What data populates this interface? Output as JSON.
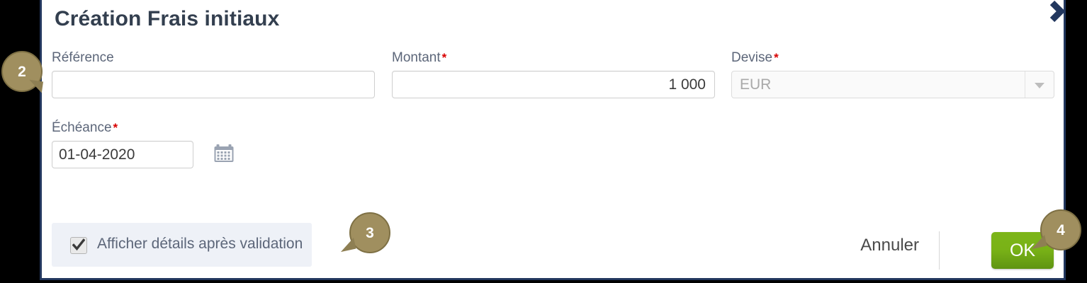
{
  "dialog": {
    "title": "Création Frais initiaux",
    "close_icon": "chevron-right-icon"
  },
  "form": {
    "fields": [
      {
        "id": "reference",
        "label": "Référence",
        "required": false,
        "required_mark": "",
        "value": "",
        "placeholder": ""
      },
      {
        "id": "montant",
        "label": "Montant",
        "required": true,
        "required_mark": "*",
        "value": "1 000",
        "placeholder": ""
      },
      {
        "id": "devise",
        "label": "Devise",
        "required": true,
        "required_mark": "*",
        "value": "EUR",
        "disabled": true,
        "arrow_icon": "chevron-down-icon"
      },
      {
        "id": "echeance",
        "label": "Échéance",
        "required": true,
        "required_mark": "*",
        "value": "01-04-2020",
        "placeholder": "",
        "picker_icon": "calendar-icon"
      }
    ]
  },
  "footer": {
    "checkbox": {
      "label": "Afficher détails après validation",
      "checked": true
    },
    "cancel_label": "Annuler",
    "ok_label": "OK"
  },
  "annotations": [
    {
      "id": "badge-2",
      "number": "2"
    },
    {
      "id": "badge-3",
      "number": "3"
    },
    {
      "id": "badge-4",
      "number": "4"
    }
  ],
  "colors": {
    "dialog_border": "#22375e",
    "title_text": "#333f4f",
    "label_text": "#5c6679",
    "required_star": "#d80000",
    "ok_button": "#7cb518",
    "badge": "#a08f5f",
    "checkbox_panel": "#eef1f7",
    "page_background": "#000000"
  }
}
